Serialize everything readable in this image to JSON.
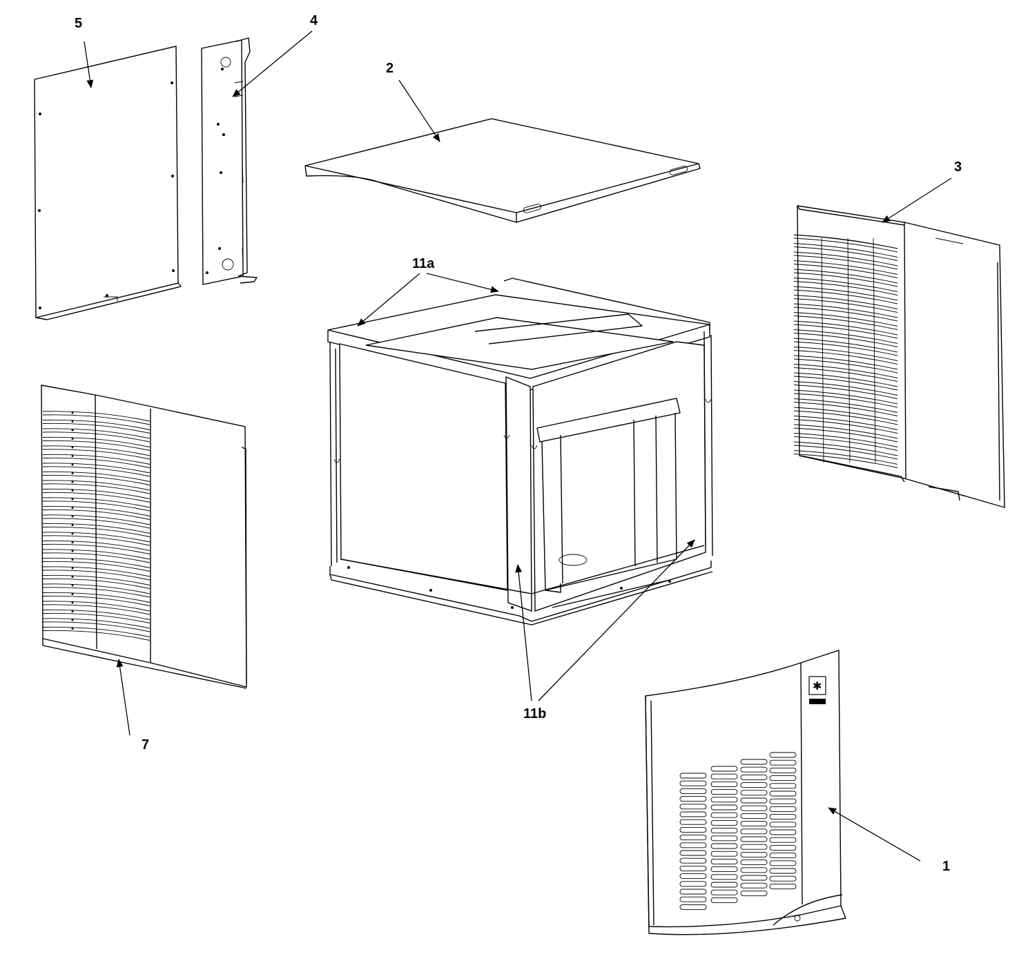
{
  "figure": {
    "callouts": [
      {
        "id": "c1",
        "label": "1",
        "part": "front-panel"
      },
      {
        "id": "c2",
        "label": "2",
        "part": "top-panel"
      },
      {
        "id": "c3",
        "label": "3",
        "part": "right-side-panel"
      },
      {
        "id": "c4",
        "label": "4",
        "part": "mounting-bracket"
      },
      {
        "id": "c5",
        "label": "5",
        "part": "back-panel"
      },
      {
        "id": "c7",
        "label": "7",
        "part": "left-side-panel"
      },
      {
        "id": "c11a",
        "label": "11a",
        "part": "frame-top-rails"
      },
      {
        "id": "c11b",
        "label": "11b",
        "part": "frame-insulation"
      }
    ]
  }
}
